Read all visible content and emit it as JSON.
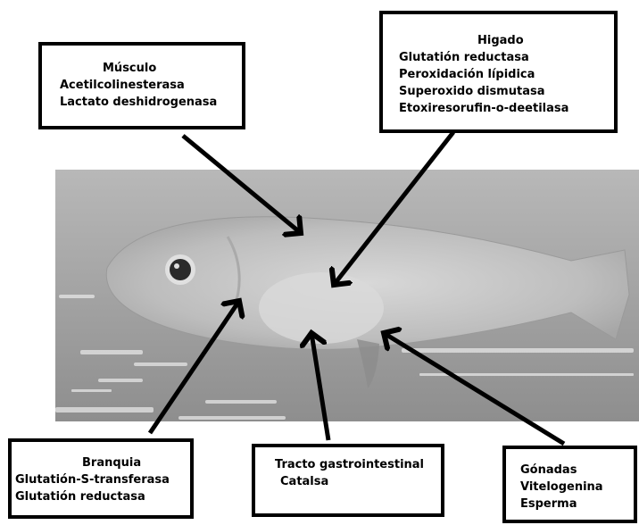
{
  "boxes": {
    "musculo": {
      "title": "Músculo",
      "items": [
        "Acetilcolinesterasa",
        "Lactato deshidrogenasa"
      ]
    },
    "higado": {
      "title": "Higado",
      "items": [
        "Glutatión reductasa",
        "Peroxidación lípidica",
        "Superoxido dismutasa",
        "Etoxiresorufin-o-deetilasa"
      ]
    },
    "branquia": {
      "title": "Branquia",
      "items": [
        "Glutatión-S-transferasa",
        "Glutatión reductasa"
      ]
    },
    "tracto": {
      "title": "Tracto gastrointestinal",
      "items": [
        "Catalsa"
      ]
    },
    "gonadas": {
      "title": "Gónadas",
      "items": [
        "Vitelogenina",
        "Esperma"
      ]
    }
  },
  "colors": {
    "border": "#000000",
    "photo_background": "#9a9a9a",
    "fish_body": "#c9c9c9",
    "arrow": "#000000"
  }
}
